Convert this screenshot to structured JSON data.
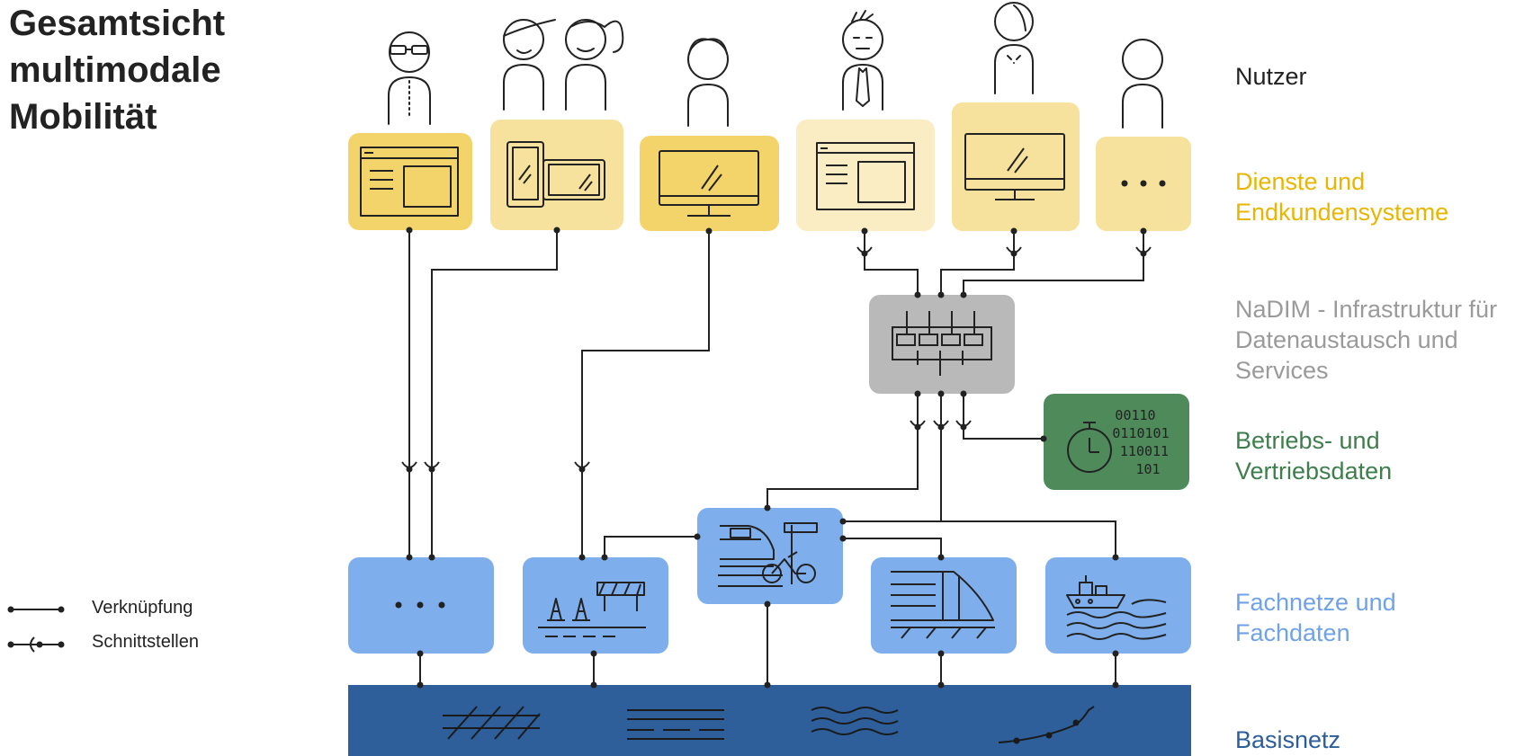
{
  "title": {
    "line1": "Gesamtsicht",
    "line2": "multimodale",
    "line3": "Mobilität"
  },
  "layers": {
    "nutzer": {
      "line1": "Nutzer",
      "color": "#222222"
    },
    "dienste": {
      "line1": "Dienste und",
      "line2": "Endkundensysteme",
      "color": "#E8B500"
    },
    "nadim": {
      "line1": "NaDIM - Infrastruktur für",
      "line2": "Datenaustausch und",
      "line3": "Services",
      "color": "#9A9A9A"
    },
    "betrieb": {
      "line1": "Betriebs- und",
      "line2": "Vertriebsdaten",
      "color": "#3E7E4C"
    },
    "fachnetze": {
      "line1": "Fachnetze und",
      "line2": "Fachdaten",
      "color": "#6FA2E6"
    },
    "basisnetz": {
      "line1": "Basisnetz",
      "color": "#2B5E9A"
    }
  },
  "legend": {
    "link": "Verknüpfung",
    "interface": "Schnittstellen"
  },
  "colors": {
    "yellow_dark": "#F2D46A",
    "yellow_mid": "#F6E29C",
    "yellow_light": "#FAEDC3",
    "grey": "#B9B9B9",
    "green": "#4F8A5B",
    "blue_light": "#7EAEEC",
    "blue_dark": "#2E5F9A",
    "line": "#222222"
  },
  "binary_digits": [
    "00110",
    "0110101",
    "110011",
    "101"
  ]
}
